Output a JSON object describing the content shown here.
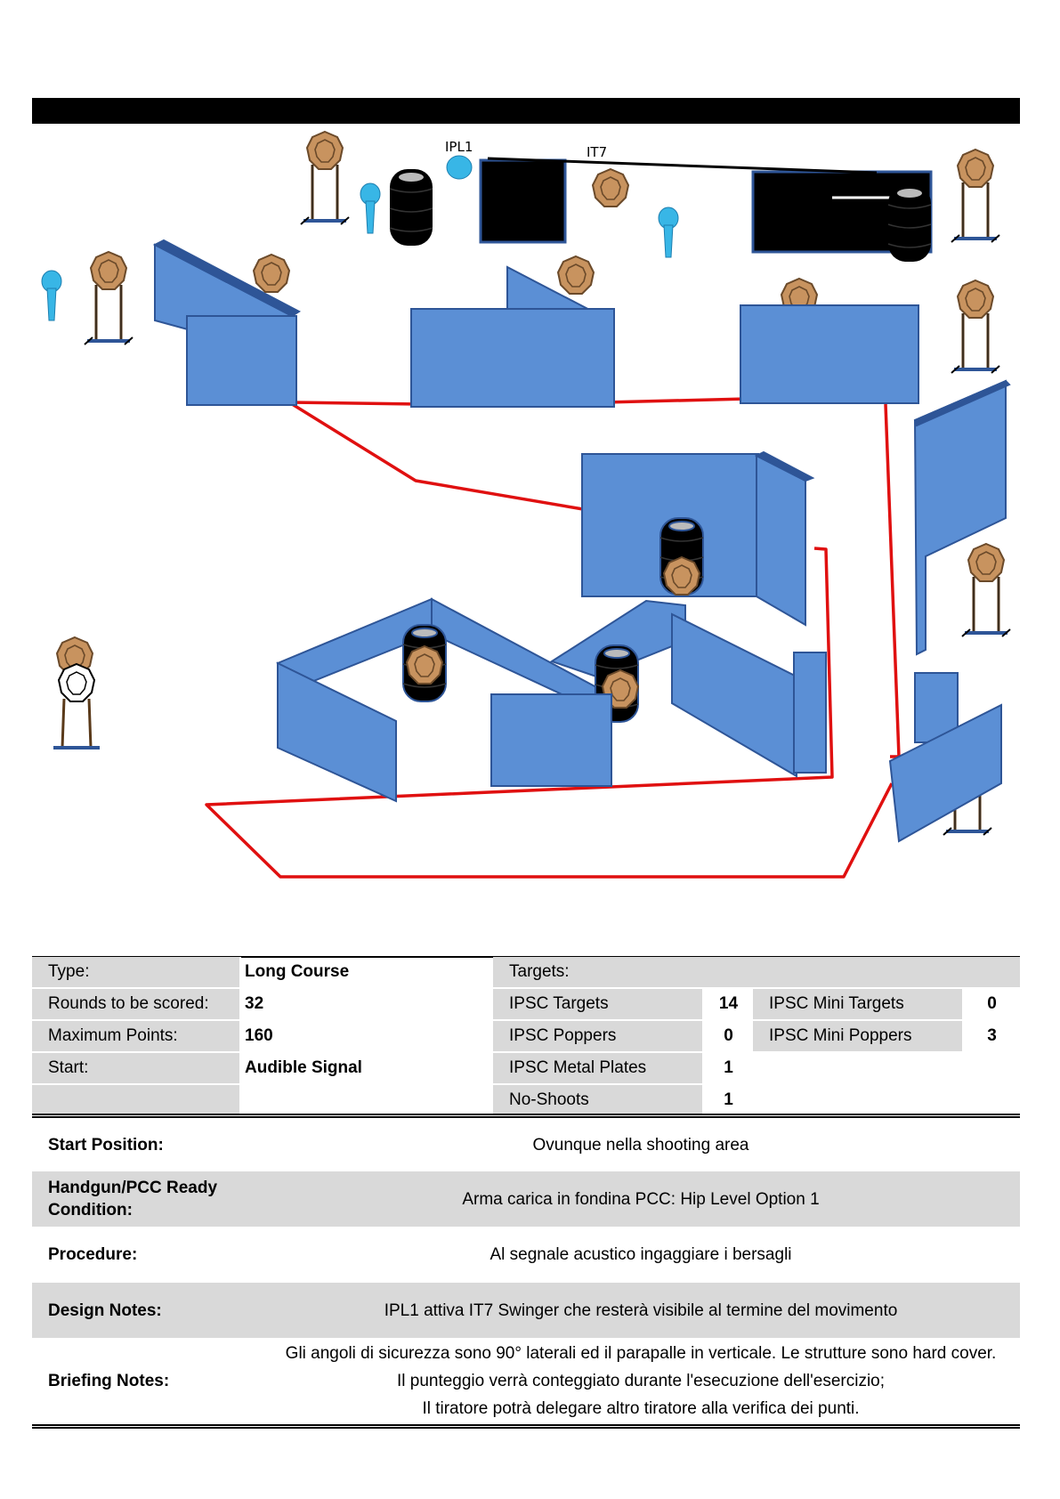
{
  "diagram": {
    "labels": {
      "ipl1": "IPL1",
      "it7": "IT7"
    },
    "colors": {
      "wall": "#5b8fd5",
      "wall_edge": "#2e5597",
      "fault_line": "#e01010",
      "target": "#c8935f",
      "popper": "#38b6e6",
      "barrel": "#000000"
    }
  },
  "stage_info": {
    "rows": [
      {
        "label": "Type:",
        "value": "Long Course",
        "t_label": "Targets:",
        "t_value": "",
        "m_label": "",
        "m_value": ""
      },
      {
        "label": "Rounds to be scored:",
        "value": "32",
        "t_label": "IPSC Targets",
        "t_value": "14",
        "m_label": "IPSC Mini Targets",
        "m_value": "0"
      },
      {
        "label": "Maximum Points:",
        "value": "160",
        "t_label": "IPSC Poppers",
        "t_value": "0",
        "m_label": "IPSC Mini Poppers",
        "m_value": "3"
      },
      {
        "label": "Start:",
        "value": "Audible Signal",
        "t_label": "IPSC Metal Plates",
        "t_value": "1",
        "m_label": "",
        "m_value": ""
      },
      {
        "label": "",
        "value": "",
        "t_label": "No-Shoots",
        "t_value": "1",
        "m_label": "",
        "m_value": ""
      }
    ]
  },
  "details": {
    "start_position": {
      "label": "Start Position:",
      "value": "Ovunque nella shooting area"
    },
    "ready_condition": {
      "label_line1": "Handgun/PCC Ready",
      "label_line2": "Condition:",
      "value": "Arma carica in fondina PCC: Hip Level Option 1"
    },
    "procedure": {
      "label": "Procedure:",
      "value": "Al segnale acustico ingaggiare i bersagli"
    },
    "design_notes": {
      "label": "Design Notes:",
      "value": "IPL1 attiva IT7 Swinger che resterà visibile al termine del movimento"
    },
    "briefing_notes": {
      "label": "Briefing Notes:",
      "line1": "Gli angoli di sicurezza sono 90° laterali ed il parapalle in verticale. Le strutture sono hard cover.",
      "line2": "Il punteggio verrà conteggiato durante l'esecuzione dell'esercizio;",
      "line3": "Il tiratore potrà delegare altro tiratore alla verifica dei punti."
    }
  }
}
